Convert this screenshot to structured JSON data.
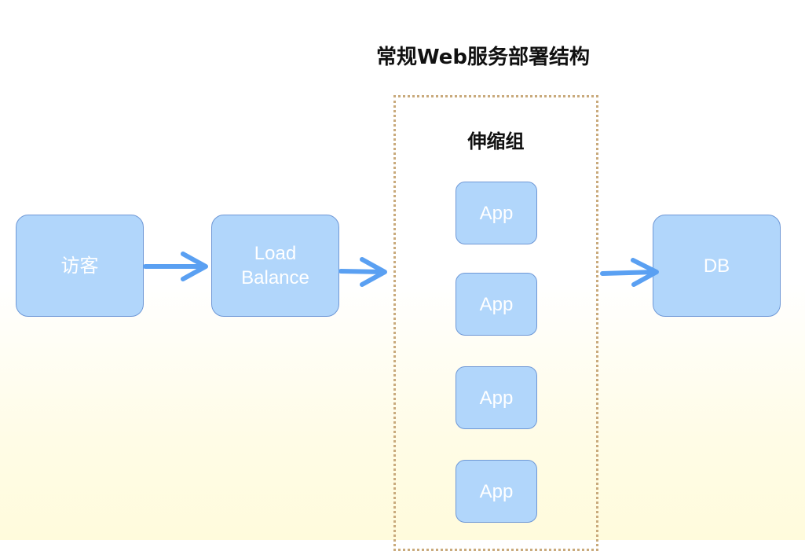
{
  "diagram": {
    "title": "常规Web服务部署结构",
    "group_label": "伸缩组",
    "nodes": {
      "visitor": "访客",
      "lb_line1": "Load",
      "lb_line2": "Balance",
      "app1": "App",
      "app2": "App",
      "app3": "App",
      "app4": "App",
      "db": "DB"
    },
    "colors": {
      "node_fill": "#b1d6fb",
      "node_border": "#6f98d6",
      "arrow": "#5aa0f2",
      "group_border": "#c9aa7c"
    }
  }
}
